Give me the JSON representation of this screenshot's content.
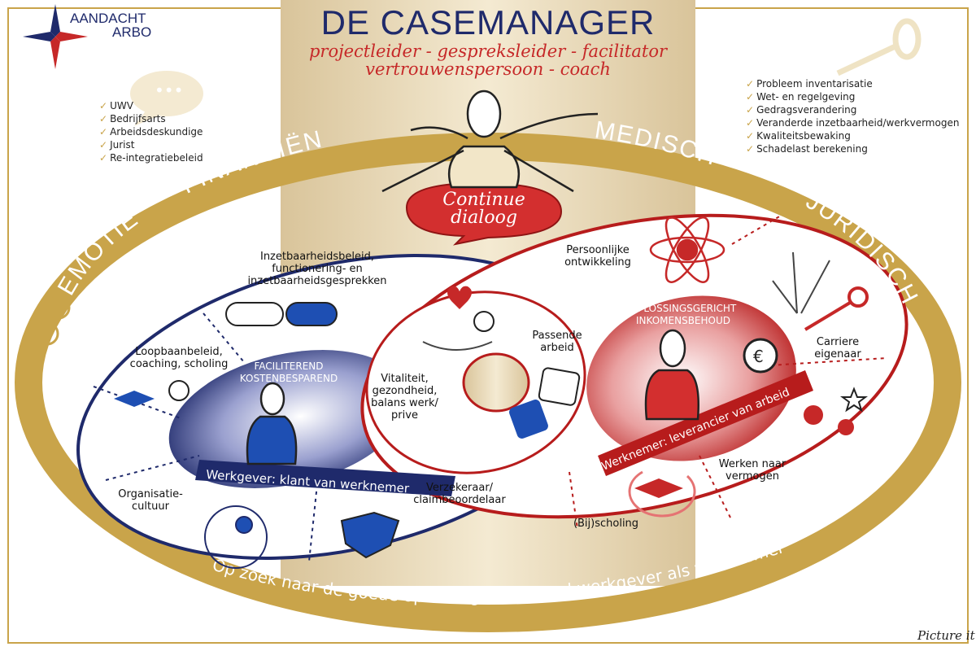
{
  "header": {
    "title": "DE CASEMANAGER",
    "subtitle_line1": "projectleider - gespreksleider - facilitator",
    "subtitle_line2": "vertrouwenspersoon - coach"
  },
  "logo": {
    "line1": "AANDACHT",
    "line2": "ARBO"
  },
  "left_list": [
    "UWV",
    "Bedrijfsarts",
    "Arbeidsdeskundige",
    "Jurist",
    "Re-integratiebeleid"
  ],
  "right_list": [
    "Probleem inventarisatie",
    "Wet- en regelgeving",
    "Gedragsverandering",
    "Veranderde inzetbaarheid/werkvermogen",
    "Kwaliteitsbewaking",
    "Schadelast berekening"
  ],
  "dialog": {
    "line1": "Continue",
    "line2": "dialoog"
  },
  "ring_words": {
    "emotie": "EMOTIE",
    "financien": "FINANCIËN",
    "medisch": "MEDISCH",
    "juridisch": "JURIDISCH"
  },
  "bottom_caption": "Op zoek naar de goede oplossing voor zowel werkgever als werknemer",
  "left_oval": {
    "center_title_1": "FACILITEREND",
    "center_title_2": "KOSTENBESPAREND",
    "banner": "Werkgever: klant van werknemer",
    "item_top": [
      "Inzetbaarheidsbeleid,",
      "functionering- en",
      "inzetbaarheidsgesprekken"
    ],
    "item_left": [
      "Loopbaanbeleid,",
      "coaching, scholing"
    ],
    "item_bottom_left": [
      "Organisatie-",
      "cultuur"
    ],
    "item_bottom_right": [
      "Verzekeraar/",
      "claimbeoordelaar"
    ]
  },
  "right_oval": {
    "center_title_1": "OPLOSSINGSGERICHT",
    "center_title_2": "INKOMENSBEHOUD",
    "banner": "Werknemer: leverancier van arbeid",
    "item_top": [
      "Persoonlijke",
      "ontwikkeling"
    ],
    "item_right": [
      "Carriere",
      "eigenaar"
    ],
    "item_bottom_right": [
      "Werken naar",
      "vermogen"
    ],
    "item_bottom": "(Bij)scholing"
  },
  "overlap": {
    "vitality": [
      "Vitaliteit,",
      "gezondheid,",
      "balans werk/",
      "prive"
    ],
    "fitting_work": [
      "Passende",
      "arbeid"
    ]
  },
  "credit": "Picture it",
  "colors": {
    "navy": "#1f2a6b",
    "red": "#c62828",
    "gold": "#c9a44a",
    "tan": "#e9d9b3"
  }
}
